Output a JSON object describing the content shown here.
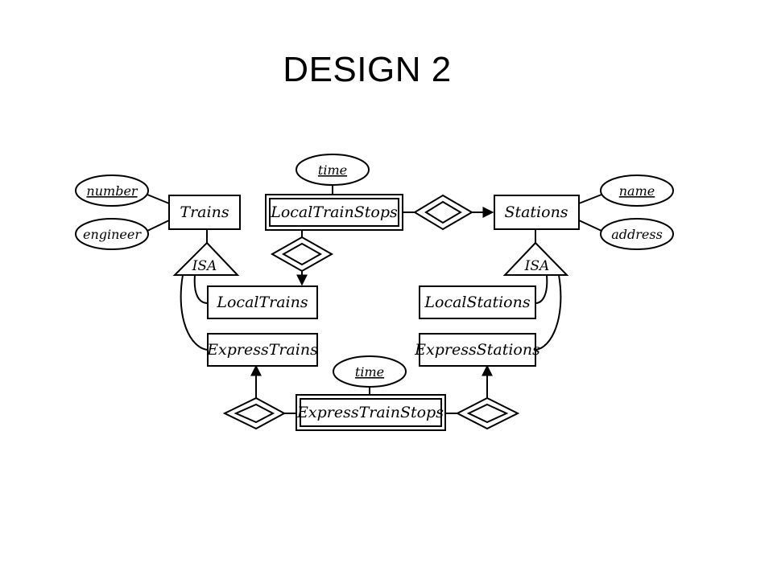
{
  "title": "DESIGN 2",
  "diagram": {
    "entities": {
      "trains": "Trains",
      "stations": "Stations",
      "local_trains": "LocalTrains",
      "express_trains": "ExpressTrains",
      "local_stations": "LocalStations",
      "express_stations": "ExpressStations"
    },
    "weak_entities": {
      "local_train_stops": "LocalTrainStops",
      "express_train_stops": "ExpressTrainStops"
    },
    "attributes": {
      "number": "number",
      "engineer": "engineer",
      "name": "name",
      "address": "address",
      "local_time": "time",
      "express_time": "time"
    },
    "isa": {
      "trains": "ISA",
      "stations": "ISA"
    }
  }
}
